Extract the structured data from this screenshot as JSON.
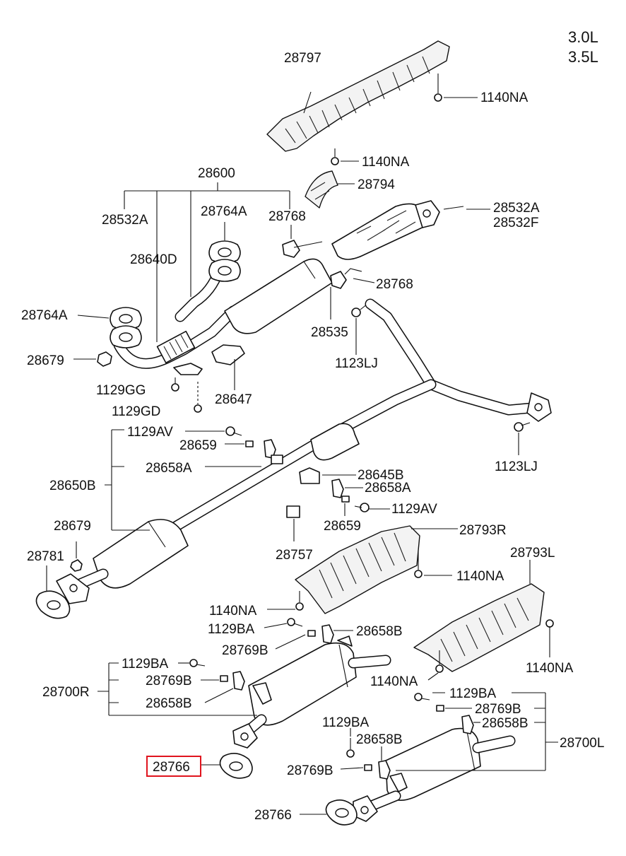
{
  "engine": {
    "line1": "3.0L",
    "line2": "3.5L"
  },
  "highlight_color": "#e0141e",
  "labels": {
    "p28797": "28797",
    "p1140NA_a": "1140NA",
    "p1140NA_b": "1140NA",
    "p28794": "28794",
    "p28600": "28600",
    "p28532A_a": "28532A",
    "p28764A_a": "28764A",
    "p28768_a": "28768",
    "p28532A_b": "28532A",
    "p28532F": "28532F",
    "p28640D": "28640D",
    "p28768_b": "28768",
    "p28764A_b": "28764A",
    "p28535": "28535",
    "p28679_a": "28679",
    "p1123LJ_a": "1123LJ",
    "p1129GG": "1129GG",
    "p28647": "28647",
    "p1129GD": "1129GD",
    "p1129AV_a": "1129AV",
    "p28659_a": "28659",
    "p28658A_a": "28658A",
    "p1123LJ_b": "1123LJ",
    "p28650B": "28650B",
    "p28645B": "28645B",
    "p28658A_b": "28658A",
    "p1129AV_b": "1129AV",
    "p28679_b": "28679",
    "p28659_b": "28659",
    "p28793R": "28793R",
    "p28781": "28781",
    "p28757": "28757",
    "p1140NA_c": "1140NA",
    "p28793L": "28793L",
    "p1140NA_d": "1140NA",
    "p1129BA_a": "1129BA",
    "p28658B_a": "28658B",
    "p28769B_a": "28769B",
    "p1129BA_b": "1129BA",
    "p1140NA_e": "1140NA",
    "p28700R": "28700R",
    "p28769B_b": "28769B",
    "p1140NA_f": "1140NA",
    "p1129BA_c": "1129BA",
    "p28658B_b": "28658B",
    "p28769B_c": "28769B",
    "p28658B_c": "28658B",
    "p1129BA_d": "1129BA",
    "p28700L": "28700L",
    "p28658B_d": "28658B",
    "p28766_a": "28766",
    "p28769B_d": "28769B",
    "p28766_b": "28766"
  }
}
